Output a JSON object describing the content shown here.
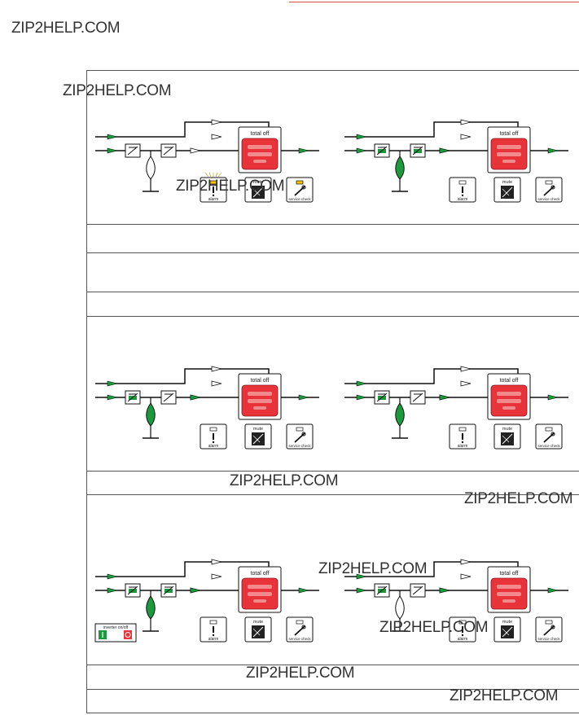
{
  "watermarks": [
    "ZIP2HELP.COM",
    "ZIP2HELP.COM",
    "ZIP2HELP.COM",
    "ZIP2HELP.COM",
    "ZIP2HELP.COM",
    "ZIP2HELP.COM",
    "ZIP2HELP.COM",
    "ZIP2HELP.COM",
    "ZIP2HELP.COM"
  ],
  "diagram_labels": {
    "total_off": "total off",
    "alarm": "alarm",
    "mute": "mute",
    "service_check": "service check",
    "inverter_on_off": "inverter on/off"
  },
  "colors": {
    "red_panel": "#e8333a",
    "green_arrow": "#1a9a3c",
    "line": "#111111",
    "rule": "#d9534f",
    "led_yellow": "#f2c200"
  },
  "icons": [
    "alarm-icon",
    "mute-icon",
    "service-check-icon",
    "bypass-switch-icon",
    "battery-icon",
    "power-on-icon",
    "power-off-icon"
  ]
}
